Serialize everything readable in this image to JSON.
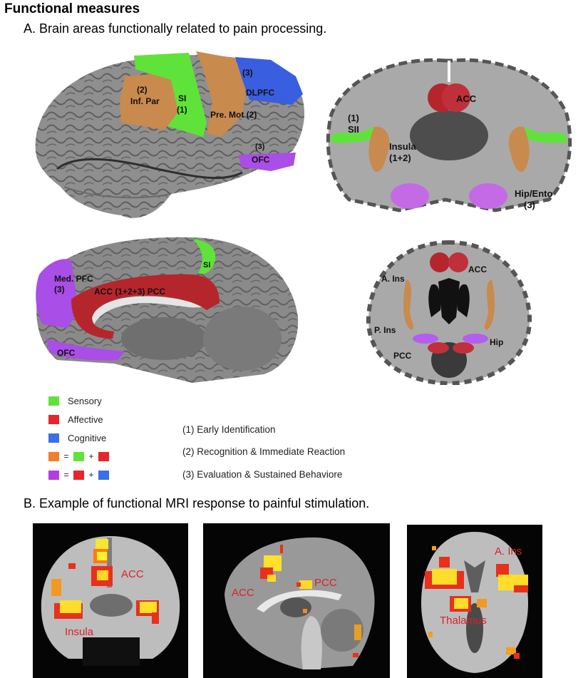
{
  "header": {
    "title": "Functional measures",
    "section_a": "A. Brain areas functionally related to pain processing.",
    "section_b": "B. Example of functional MRI response to painful stimulation."
  },
  "colors": {
    "sensory": "#5fe33a",
    "affective": "#e8242c",
    "cognitive": "#3a6fe6",
    "sensory_affective": "#f07e2a",
    "affective_cognitive": "#b43ee0",
    "region_orange": "#c98a4e",
    "region_purple": "#a94ee6",
    "region_red": "#b5262c",
    "brain_gray": "#8a8a8a",
    "fmri_label": "#d8232a"
  },
  "lateral_view": {
    "labels": {
      "inf_par_num": "(2)",
      "inf_par": "Inf. Par",
      "si": "SI",
      "si_num": "(1)",
      "dlpfc_num": "(3)",
      "dlpfc": "DLPFC",
      "premot": "Pre. Mot (2)",
      "ofc_num": "(3)",
      "ofc": "OFC"
    }
  },
  "coronal_view": {
    "labels": {
      "acc": "ACC",
      "sii_num": "(1)",
      "sii": "SII",
      "insula": "Insula",
      "insula_num": "(1+2)",
      "hip_ento": "Hip/Ento",
      "hip_ento_num": "(3)"
    }
  },
  "medial_view": {
    "labels": {
      "si": "SI",
      "med_pfc": "Med. PFC",
      "med_pfc_num": "(3)",
      "acc_pcc": "ACC (1+2+3) PCC",
      "ofc": "OFC"
    }
  },
  "axial_view": {
    "labels": {
      "a_ins": "A. Ins",
      "acc": "ACC",
      "p_ins": "P. Ins",
      "hip": "Hip",
      "pcc": "PCC"
    }
  },
  "legend": {
    "categories": [
      {
        "label": "Sensory",
        "color_key": "sensory"
      },
      {
        "label": "Affective",
        "color_key": "affective"
      },
      {
        "label": "Cognitive",
        "color_key": "cognitive"
      }
    ],
    "combos": [
      {
        "result": "sensory_affective",
        "eq": "=",
        "plus": "+",
        "a": "sensory",
        "b": "affective"
      },
      {
        "result": "affective_cognitive",
        "eq": "=",
        "plus": "+",
        "a": "affective",
        "b": "cognitive"
      }
    ],
    "stages": [
      "(1) Early Identification",
      "(2) Recognition & Immediate Reaction",
      "(3) Evaluation & Sustained Behaviore"
    ]
  },
  "fmri": {
    "coronal": {
      "labels": [
        "ACC",
        "Insula"
      ]
    },
    "sagittal": {
      "labels": [
        "ACC",
        "PCC"
      ]
    },
    "axial": {
      "labels": [
        "A. Ins",
        "Thalamus"
      ]
    }
  }
}
